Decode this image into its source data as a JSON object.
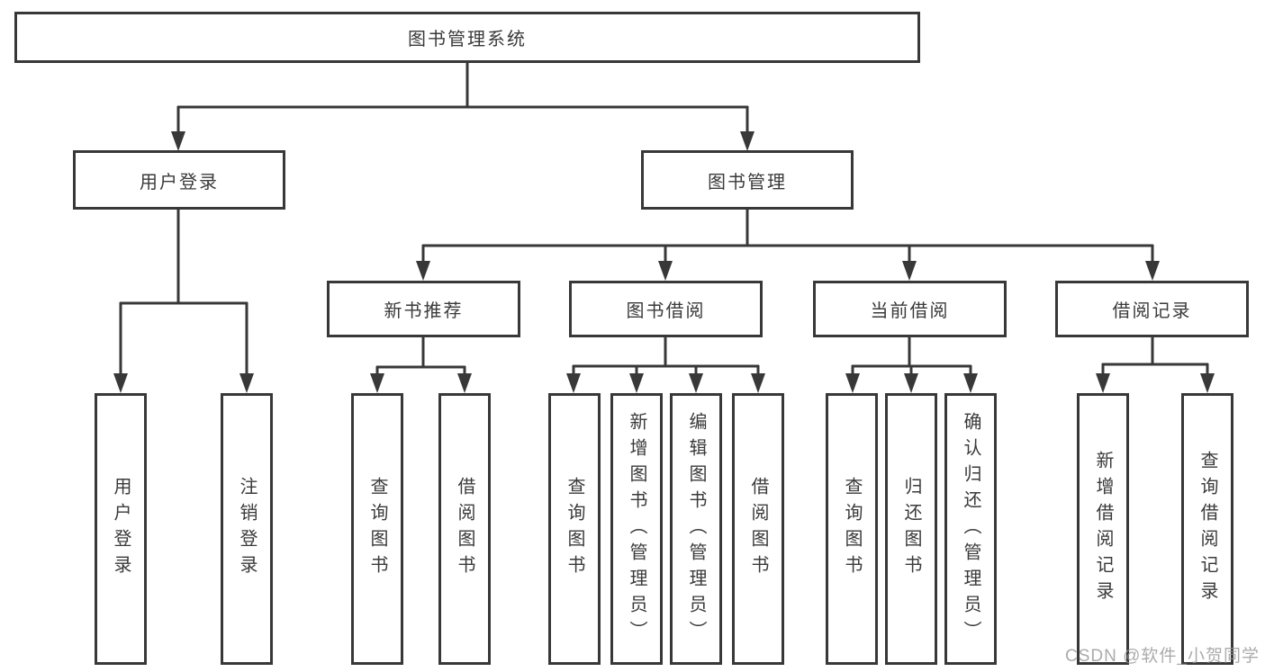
{
  "tree": {
    "label": "图书管理系统",
    "children": [
      {
        "label": "用户登录",
        "children": [
          {
            "label": "用户登录"
          },
          {
            "label": "注销登录"
          }
        ]
      },
      {
        "label": "图书管理",
        "children": [
          {
            "label": "新书推荐",
            "children": [
              {
                "label": "查询图书"
              },
              {
                "label": "借阅图书"
              }
            ]
          },
          {
            "label": "图书借阅",
            "children": [
              {
                "label": "查询图书"
              },
              {
                "label": "新增图书（管理员）"
              },
              {
                "label": "编辑图书（管理员）"
              },
              {
                "label": "借阅图书"
              }
            ]
          },
          {
            "label": "当前借阅",
            "children": [
              {
                "label": "查询图书"
              },
              {
                "label": "归还图书"
              },
              {
                "label": "确认归还（管理员）"
              }
            ]
          },
          {
            "label": "借阅记录",
            "children": [
              {
                "label": "新增借阅记录"
              },
              {
                "label": "查询借阅记录"
              }
            ]
          }
        ]
      }
    ]
  },
  "watermark": "CSDN @软件_小贺同学",
  "colors": {
    "line": "#383838",
    "text": "#3a3a3a",
    "background": "#ffffff",
    "watermark": "#969696"
  }
}
